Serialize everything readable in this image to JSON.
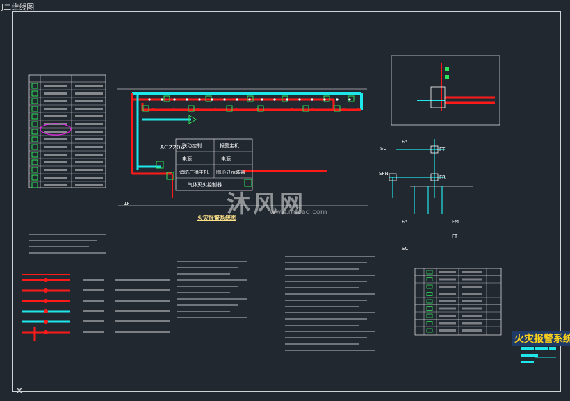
{
  "window": {
    "tab_label": "J二维线图"
  },
  "diagram": {
    "title": "火灾报警系统图",
    "system_title": "火灾报警系统",
    "voltage_label": "AC220V",
    "floor_label": "1F",
    "watermark": "沐风网",
    "watermark_url": "www.mfcad.com"
  },
  "controller_box": {
    "rows": [
      [
        "联动控制",
        "报警主机"
      ],
      [
        "电源",
        "电源"
      ],
      [
        "消防广播主机",
        "图形显示装置"
      ],
      [
        "气体灭火控制器",
        ""
      ]
    ]
  },
  "right_diagram": {
    "labels": {
      "fa": "FA",
      "ft": "FT",
      "fr": "FR",
      "fm": "FM",
      "sc": "SC",
      "sfn": "SFN"
    }
  },
  "colors": {
    "background": "#212830",
    "red": "#ff1a1a",
    "cyan": "#1fe6ea",
    "green": "#2fe35a",
    "yellow": "#ffd21a",
    "white": "#ffffff"
  }
}
